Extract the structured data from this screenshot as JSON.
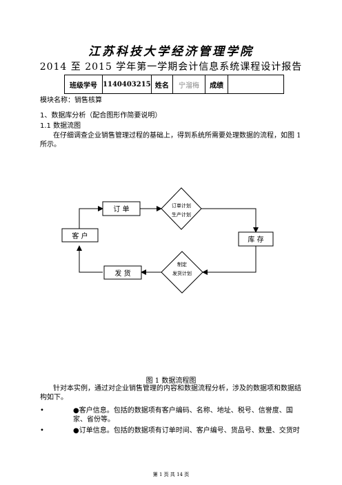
{
  "header": {
    "school": "江苏科技大学经济管理学院",
    "report_title": "2014 至 2015 学年第一学期会计信息系统课程设计报告"
  },
  "info_table": {
    "id_label": "班级学号",
    "id_value": "1140403215",
    "name_label": "姓名",
    "name_value": "宁溜梅",
    "grade_label": "成绩",
    "grade_value": ""
  },
  "module": "模块名称：销售核算",
  "section1": "1、数据库分析（配合图形作简要说明）",
  "section1_1": "1.1 数据流图",
  "intro": "在仔细调查企业销售管理过程的基础上，得到系统所需要处理数据的流程，如图 1 所示。",
  "diagram": {
    "order": "订 单",
    "customer": "客 户",
    "delivery": "发 货",
    "inventory": "库 存",
    "decision1_line1": "订单计划",
    "decision1_line2": "生产计划",
    "decision2_line1": "制定",
    "decision2_line2": "发货计划"
  },
  "figure_caption": "图 1  数据流程图",
  "analysis": "针对本实例，通过对企业销售管理的内容和数据流程分析，涉及的数据项和数据结构如下。",
  "bullets": [
    "●客户信息。包括的数据项有客户编码、名称、地址、税号、信誉度、国家、省份等。",
    "●订单信息。包括的数据项有订单时间、客户编号、货品号、数量、交货时"
  ],
  "bullet_marker": "•",
  "footer": "第 1 页 共 14 页"
}
